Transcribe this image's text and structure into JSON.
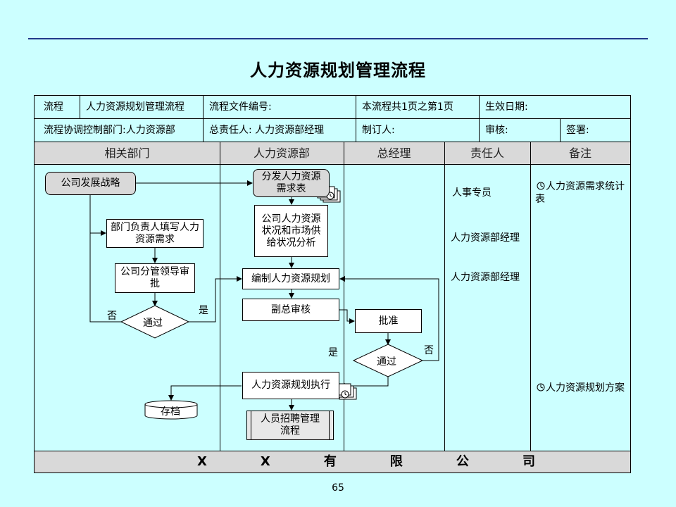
{
  "title": "人力资源规划管理流程",
  "header": {
    "row1": [
      "流程",
      "人力资源规划管理流程",
      "流程文件编号:",
      "本流程共1页之第1页",
      "生效日期:"
    ],
    "row2": [
      "流程协调控制部门:人力资源部",
      "总责任人: 人力资源部经理",
      "制订人:",
      "审核:",
      "签署:"
    ]
  },
  "lanes": [
    "相关部门",
    "人力资源部",
    "总经理",
    "责任人",
    "备注"
  ],
  "nodes": {
    "strategy": "公司发展战略",
    "dept_fill": "部门负责人填写人力资源需求",
    "leader_review": "公司分管领导审批",
    "pass1": "通过",
    "distribute": "分发人力资源需求表",
    "analysis": "公司人力资源状况和市场供给状况分析",
    "compile": "编制人力资源规划",
    "vp_review": "副总审核",
    "approve": "批准",
    "pass2": "通过",
    "execute": "人力资源规划执行",
    "archive": "存档",
    "recruit": "人员招聘管理流程"
  },
  "edge_labels": {
    "no1": "否",
    "yes1": "是",
    "yes2": "是",
    "no2": "否"
  },
  "responsible": [
    "人事专员",
    "人力资源部经理",
    "人力资源部经理"
  ],
  "notes": [
    "人力资源需求统计表",
    "人力资源规划方案"
  ],
  "footer": [
    "X",
    "X",
    "有",
    "限",
    "公",
    "司"
  ],
  "page_number": "65"
}
